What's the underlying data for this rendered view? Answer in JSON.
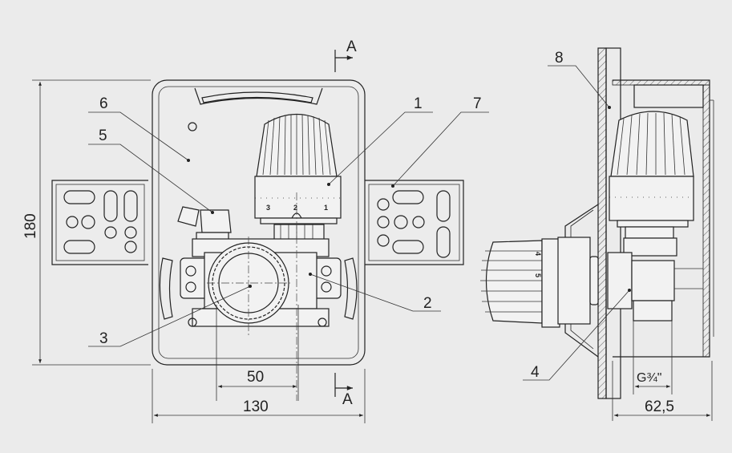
{
  "section_marks": {
    "top": "A",
    "bottom": "A"
  },
  "callouts": {
    "c1": "1",
    "c2": "2",
    "c3": "3",
    "c4": "4",
    "c5": "5",
    "c6": "6",
    "c7": "7",
    "c8": "8"
  },
  "dimensions": {
    "height": "180",
    "pipe_spacing": "50",
    "width": "130",
    "thread": "G¾\"",
    "depth": "62,5"
  },
  "dial_front": [
    "3",
    "2",
    "1"
  ],
  "dial_side": [
    "4",
    "5"
  ],
  "colors": {
    "background": "#ebebeb",
    "line": "#222222"
  }
}
